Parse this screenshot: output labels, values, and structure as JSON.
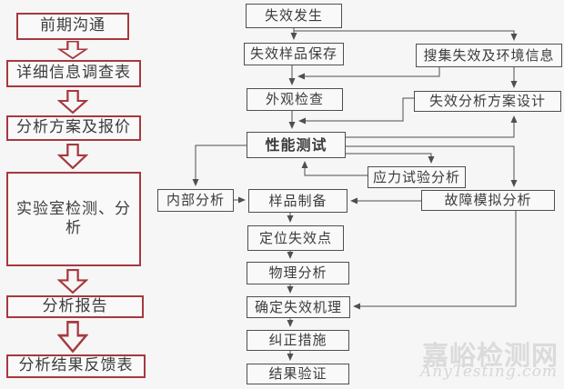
{
  "left_panel": {
    "steps": [
      {
        "id": "pre-communication",
        "label": "前期沟通"
      },
      {
        "id": "detail-info-survey",
        "label": "详细信息调查表"
      },
      {
        "id": "plan-and-quotation",
        "label": "分析方案及报价"
      },
      {
        "id": "lab-test-analysis",
        "label": "实验室检测、分析"
      },
      {
        "id": "analysis-report",
        "label": "分析报告"
      },
      {
        "id": "result-feedback-form",
        "label": "分析结果反馈表"
      }
    ]
  },
  "flowchart": {
    "nodes": {
      "failure_occurs": "失效发生",
      "sample_preservation": "失效样品保存",
      "collect_info": "搜集失效及环境信息",
      "visual_inspection": "外观检查",
      "plan_design": "失效分析方案设计",
      "performance_test": "性能测试",
      "stress_test_analysis": "应力试验分析",
      "internal_analysis": "内部分析",
      "sample_preparation": "样品制备",
      "fault_simulation": "故障模拟分析",
      "locate_failure_point": "定位失效点",
      "physical_analysis": "物理分析",
      "determine_mechanism": "确定失效机理",
      "corrective_action": "纠正措施",
      "result_verification": "结果验证"
    }
  },
  "watermark": {
    "cn": "嘉峪检测网",
    "en": "AnyTesting.com"
  },
  "colors": {
    "accent_red": "#a6393f",
    "line_gray": "#4f4f4f",
    "background": "#f6f6f6",
    "watermark_gray": "#dbdbdb"
  }
}
